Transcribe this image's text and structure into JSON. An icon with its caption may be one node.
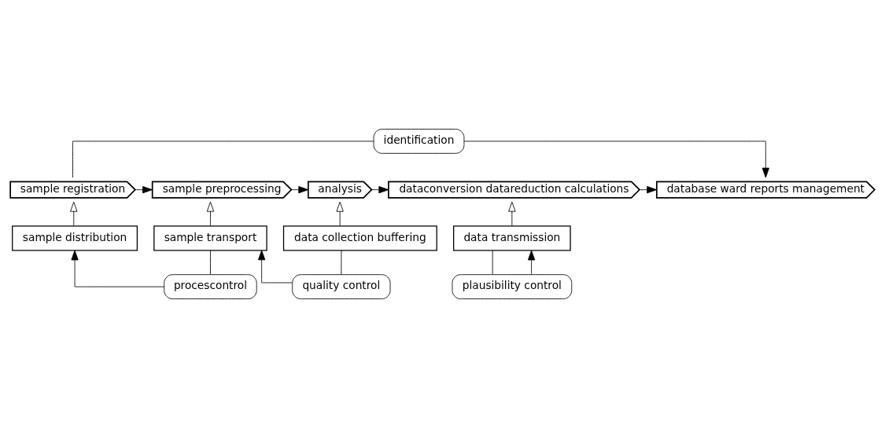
{
  "diagram": {
    "nodes": [
      {
        "text": [
          "identification"
        ]
      },
      {
        "text": [
          "sample registration"
        ]
      },
      {
        "text": [
          "sample preprocessing"
        ]
      },
      {
        "text": [
          "analysis"
        ]
      },
      {
        "text": [
          "dataconversion datareduction calculations"
        ]
      },
      {
        "text": [
          "database ward reports management"
        ]
      },
      {
        "text": [
          "sample distribution"
        ]
      },
      {
        "text": [
          "sample transport"
        ]
      },
      {
        "text": [
          "data collection buffering"
        ]
      },
      {
        "text": [
          "data transmission"
        ]
      },
      {
        "text": [
          "procescontrol"
        ]
      },
      {
        "text": [
          "quality control"
        ]
      },
      {
        "text": [
          "plausibility control"
        ]
      }
    ],
    "edges": [
      {
        "from": 1,
        "to": 0,
        "arrow": "none"
      },
      {
        "from": 0,
        "to": 5,
        "arrow": "to"
      },
      {
        "from": 1,
        "to": 2,
        "arrow": "to"
      },
      {
        "from": 2,
        "to": 3,
        "arrow": "to"
      },
      {
        "from": 3,
        "to": 4,
        "arrow": "to"
      },
      {
        "from": 4,
        "to": 5,
        "arrow": "to"
      },
      {
        "from": 6,
        "to": 1,
        "arrow": "to"
      },
      {
        "from": 7,
        "to": 2,
        "arrow": "to"
      },
      {
        "from": 8,
        "to": 3,
        "arrow": "to"
      },
      {
        "from": 9,
        "to": 4,
        "arrow": "to"
      },
      {
        "from": 7,
        "to": 10,
        "arrow": "none"
      },
      {
        "from": 10,
        "to": 6,
        "arrow": "to"
      },
      {
        "from": 8,
        "to": 11,
        "arrow": "none"
      },
      {
        "from": 11,
        "to": 7,
        "arrow": "to"
      },
      {
        "from": 9,
        "to": 12,
        "arrow": "none"
      },
      {
        "from": 12,
        "to": 9,
        "arrow": "to"
      }
    ]
  }
}
